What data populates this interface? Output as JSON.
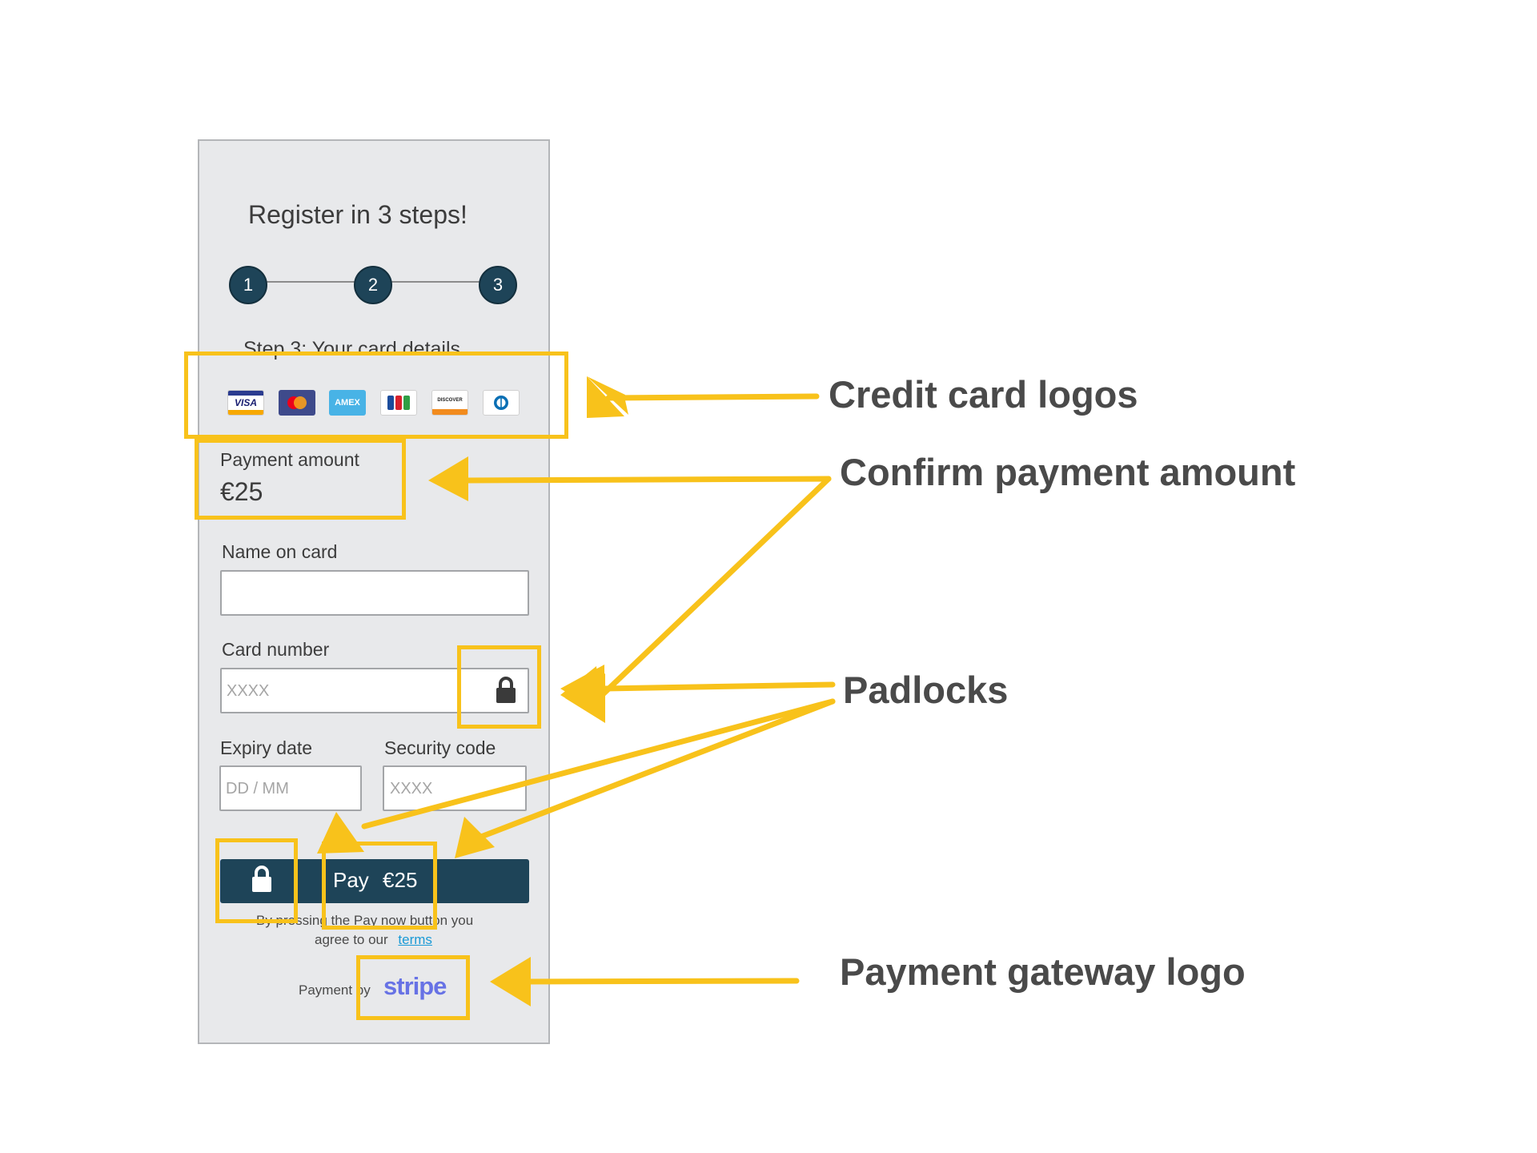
{
  "form": {
    "title": "Register in 3 steps!",
    "steps": [
      "1",
      "2",
      "3"
    ],
    "step_title": "Step 3: Your card details",
    "card_logos": [
      {
        "name": "visa",
        "text": "VISA"
      },
      {
        "name": "mastercard",
        "text": ""
      },
      {
        "name": "amex",
        "text": "AMEX"
      },
      {
        "name": "jcb",
        "text": ""
      },
      {
        "name": "discover",
        "text": "DISCOVER"
      },
      {
        "name": "diners",
        "text": ""
      }
    ],
    "payment_amount_label": "Payment amount",
    "payment_amount_value": "€25",
    "name_label": "Name on card",
    "name_value": "",
    "card_number_label": "Card number",
    "card_number_placeholder": "XXXX",
    "expiry_label": "Expiry date",
    "expiry_placeholder": "DD / MM",
    "security_label": "Security code",
    "security_placeholder": "XXXX",
    "pay_button_text": "Pay",
    "pay_button_amount": "€25",
    "terms_line1": "By pressing the Pay now button you",
    "terms_line2": "agree to our",
    "terms_link": "terms",
    "payment_by": "Payment by",
    "gateway_logo": "stripe"
  },
  "annotations": {
    "credit_card_logos": "Credit card logos",
    "confirm_payment_amount": "Confirm payment amount",
    "padlocks": "Padlocks",
    "payment_gateway_logo": "Payment gateway logo"
  },
  "colors": {
    "accent": "#1e4458",
    "highlight": "#f8c21b",
    "link": "#1a9ad6",
    "stripe": "#6772e5"
  },
  "icons": [
    "padlock-icon",
    "arrow-icon"
  ]
}
